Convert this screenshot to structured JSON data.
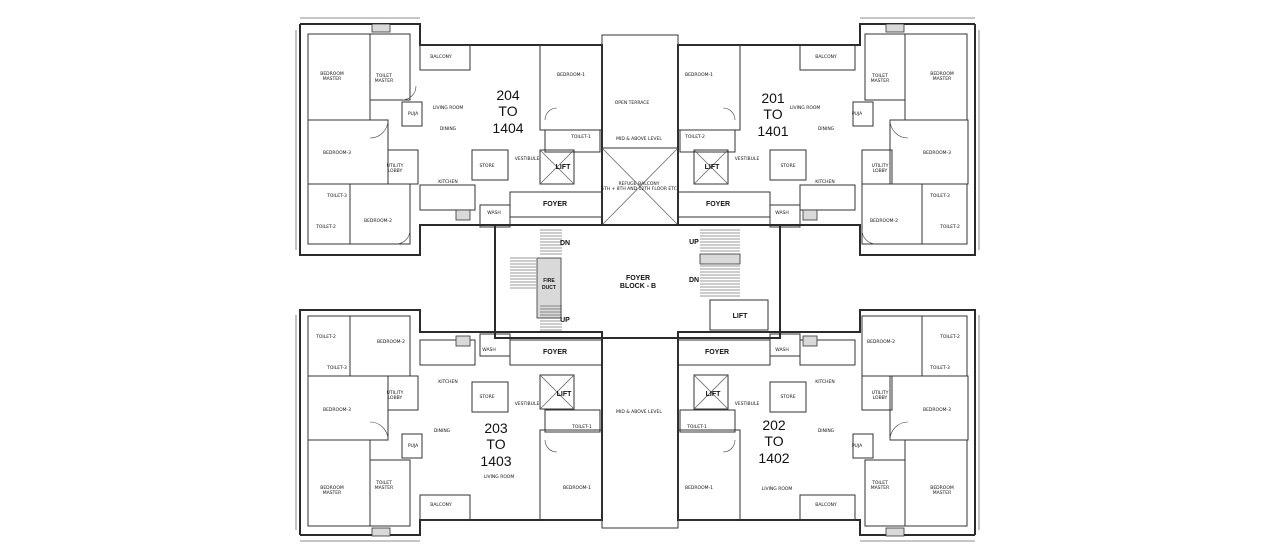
{
  "plan": {
    "units": {
      "top_left": [
        "204",
        "TO",
        "1404"
      ],
      "top_right": [
        "201",
        "TO",
        "1401"
      ],
      "bottom_left": [
        "203",
        "TO",
        "1403"
      ],
      "bottom_right": [
        "202",
        "TO",
        "1402"
      ]
    },
    "core": {
      "foyer": [
        "FOYER",
        "BLOCK - B"
      ],
      "fire_duct": [
        "FIRE",
        "DUCT"
      ],
      "lift": "LIFT",
      "dn": "DN",
      "up": "UP",
      "foyer_small": "FOYER",
      "vestibule": "VESTIBULE",
      "open_terrace": "OPEN TERRACE",
      "refuge": [
        "REFUGE BALCONY",
        "5TH + 8TH AND 12TH FLOOR ETC"
      ],
      "mid_label": "MID & ABOVE LEVEL"
    },
    "rooms": {
      "bedroom_master": [
        "BEDROOM",
        "MASTER"
      ],
      "toilet_master": [
        "TOILET",
        "MASTER"
      ],
      "balcony": "BALCONY",
      "living_room": "LIVING ROOM",
      "dining": "DINING",
      "kitchen": "KITCHEN",
      "store": "STORE",
      "utility": [
        "UTILITY",
        "LOBBY"
      ],
      "bedroom_1": "BEDROOM-1",
      "bedroom_2": "BEDROOM-2",
      "bedroom_3": "BEDROOM-3",
      "toilet_1": "TOILET-1",
      "toilet_2": "TOILET-2",
      "toilet_3": "TOILET-3",
      "puja": "PUJA",
      "wash": "WASH"
    }
  }
}
